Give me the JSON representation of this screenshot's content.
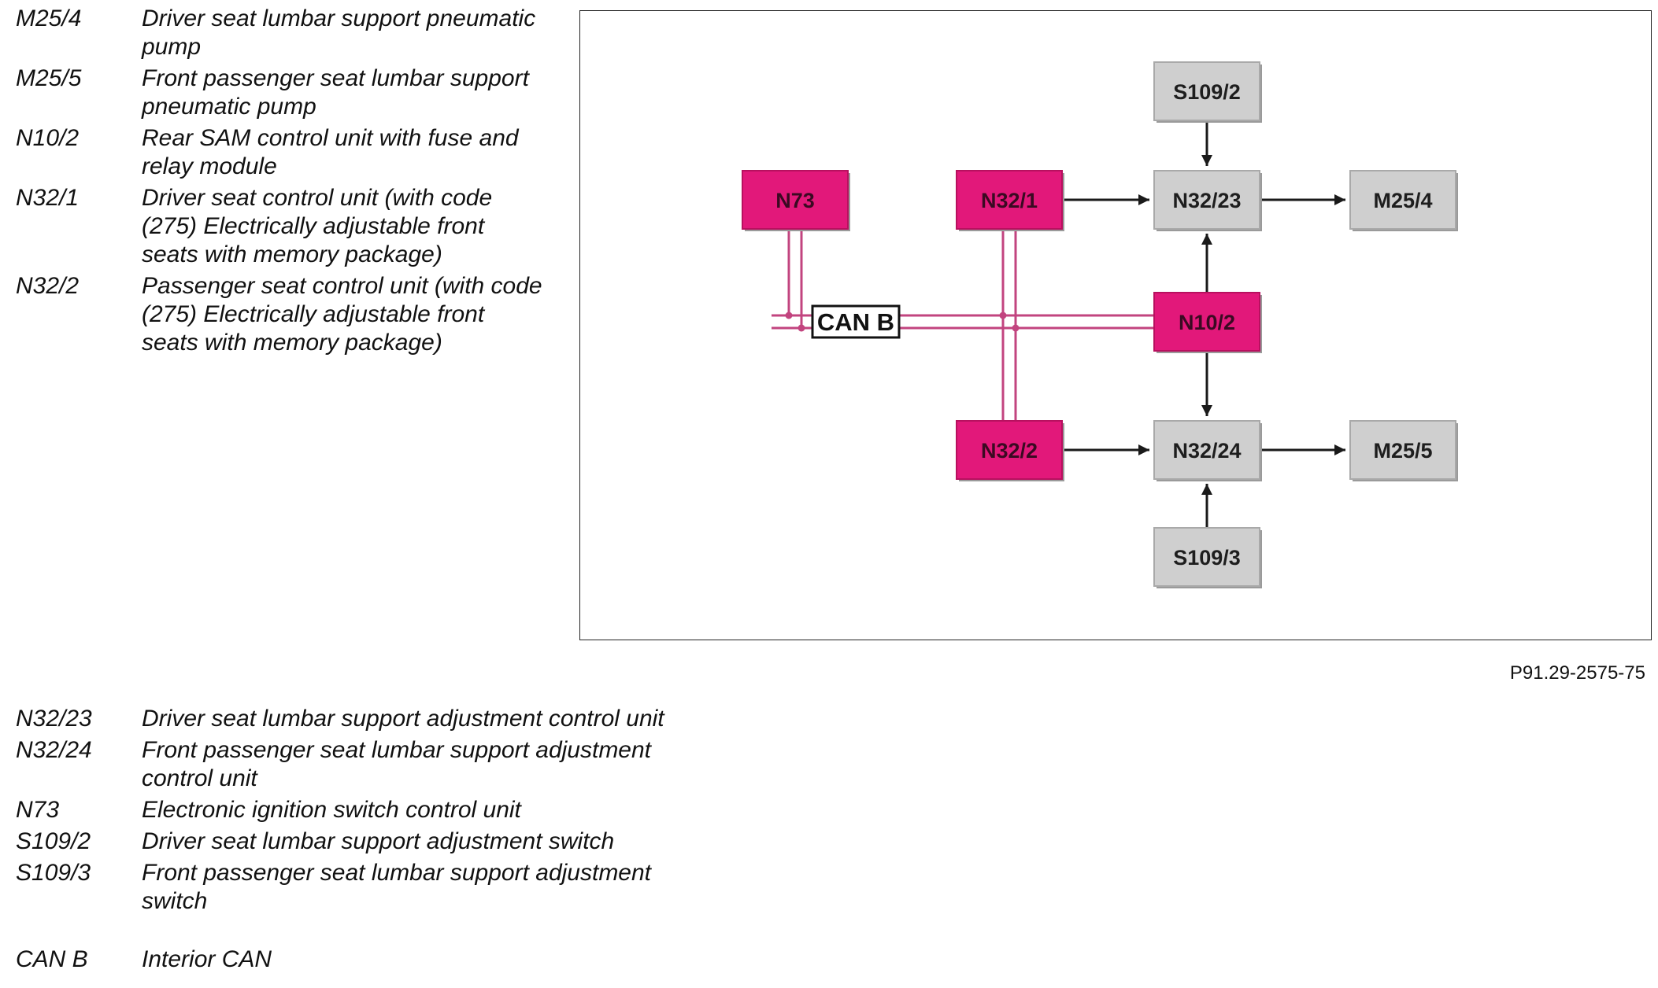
{
  "legend_top": [
    {
      "code": "M25/4",
      "description": "Driver seat lumbar support pneumatic pump"
    },
    {
      "code": "M25/5",
      "description": "Front passenger seat lumbar support pneumatic pump"
    },
    {
      "code": "N10/2",
      "description": "Rear SAM control unit with fuse and relay module"
    },
    {
      "code": "N32/1",
      "description": "Driver seat control unit (with code (275) Electrically adjustable front seats with memory package)"
    },
    {
      "code": "N32/2",
      "description": "Passenger seat control unit (with code (275) Electrically adjustable front seats with memory package)"
    }
  ],
  "legend_bottom": [
    {
      "code": "N32/23",
      "description": "Driver seat lumbar support adjustment control unit"
    },
    {
      "code": "N32/24",
      "description": "Front passenger seat lumbar support adjustment control unit"
    },
    {
      "code": "N73",
      "description": "Electronic ignition switch control unit"
    },
    {
      "code": "S109/2",
      "description": "Driver seat lumbar support adjustment switch"
    },
    {
      "code": "S109/3",
      "description": "Front passenger seat lumbar support adjustment switch"
    }
  ],
  "legend_can": {
    "code": "CAN B",
    "description": "Interior CAN"
  },
  "figure_ref": "P91.29-2575-75",
  "diagram": {
    "can_label": "CAN B",
    "colors": {
      "can_node_fill": "#e2187a",
      "other_node_fill": "#cfcfcf",
      "bus_line": "#c2447f",
      "arrow": "#1a1a1a"
    },
    "nodes": [
      {
        "id": "S109/2",
        "label": "S109/2",
        "group": "switch"
      },
      {
        "id": "N73",
        "label": "N73",
        "group": "can"
      },
      {
        "id": "N32/1",
        "label": "N32/1",
        "group": "can"
      },
      {
        "id": "N32/23",
        "label": "N32/23",
        "group": "control"
      },
      {
        "id": "M25/4",
        "label": "M25/4",
        "group": "pump"
      },
      {
        "id": "N10/2",
        "label": "N10/2",
        "group": "can"
      },
      {
        "id": "N32/2",
        "label": "N32/2",
        "group": "can"
      },
      {
        "id": "N32/24",
        "label": "N32/24",
        "group": "control"
      },
      {
        "id": "M25/5",
        "label": "M25/5",
        "group": "pump"
      },
      {
        "id": "S109/3",
        "label": "S109/3",
        "group": "switch"
      }
    ],
    "arrows": [
      {
        "from": "S109/2",
        "to": "N32/23"
      },
      {
        "from": "N32/1",
        "to": "N32/23"
      },
      {
        "from": "N32/23",
        "to": "M25/4"
      },
      {
        "from": "N10/2",
        "to": "N32/23"
      },
      {
        "from": "N10/2",
        "to": "N32/24"
      },
      {
        "from": "N32/2",
        "to": "N32/24"
      },
      {
        "from": "N32/24",
        "to": "M25/5"
      },
      {
        "from": "S109/3",
        "to": "N32/24"
      }
    ]
  }
}
